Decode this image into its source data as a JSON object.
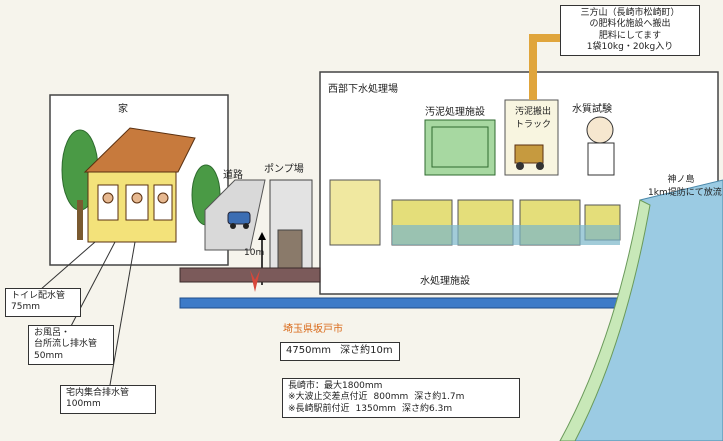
{
  "destination": {
    "line1": "三方山（長崎市松崎町）",
    "line2": "の肥料化施設へ搬出",
    "line3": "肥料にしてます",
    "line4": "1袋10kg・20kg入り"
  },
  "plant": {
    "title": "西部下水処理場",
    "sludge_facility": "汚泥処理施設",
    "sludge_truck_line1": "汚泥搬出",
    "sludge_truck_line2": "トラック",
    "water_test": "水質試験",
    "water_treatment": "水処理施設"
  },
  "house": {
    "title": "家"
  },
  "road": "道路",
  "pump": "ポンプ場",
  "depth_marker": "10m",
  "discharge": {
    "line1": "神ノ島",
    "line2": "1km堤防にて放流"
  },
  "pipes": {
    "toilet": {
      "label": "トイレ配水管",
      "size": "75mm"
    },
    "bath": {
      "label1": "お風呂・",
      "label2": "台所流し排水管",
      "size": "50mm"
    },
    "collective": {
      "label": "宅内集合排水管",
      "size": "100mm"
    }
  },
  "pipe_site": "埼玉県坂戸市",
  "main_pipe": {
    "diameter": "4750mm",
    "depth": "深さ約10m"
  },
  "city_info": {
    "line1": "長崎市：最大1800mm",
    "row2_label": "※大波止交差点付近",
    "row2_size": "800mm",
    "row2_depth": "深さ約1.7m",
    "row3_label": "※長崎駅前付近",
    "row3_size": "1350mm",
    "row3_depth": "深さ約6.3m"
  }
}
